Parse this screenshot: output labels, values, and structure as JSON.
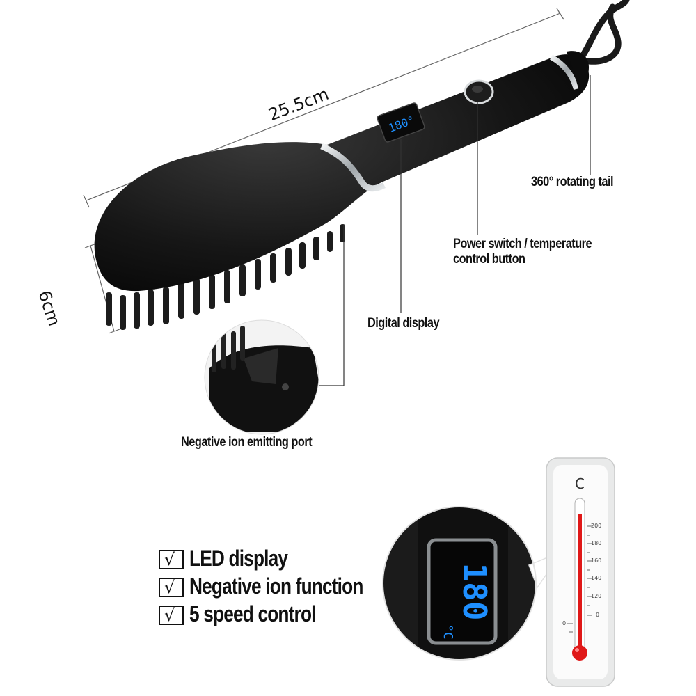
{
  "dimensions": {
    "length": "25.5cm",
    "width": "6cm"
  },
  "callouts": {
    "tail": "360° rotating tail",
    "power_line1": "Power switch / temperature",
    "power_line2": "control button",
    "display": "Digital display",
    "ion_port": "Negative ion emitting port"
  },
  "screen": {
    "small_reading": "180°",
    "zoom_reading": "180",
    "zoom_unit": "°C"
  },
  "thermometer": {
    "unit": "C",
    "scale_left": [
      "0"
    ],
    "scale_right": [
      "200",
      "180",
      "160",
      "140",
      "120",
      "0"
    ]
  },
  "features": [
    {
      "mark": "√",
      "text": "LED display"
    },
    {
      "mark": "√",
      "text": "Negative ion function"
    },
    {
      "mark": "√",
      "text": "5 speed control"
    }
  ],
  "colors": {
    "display_blue": "#1e8fff",
    "mercury_red": "#e01818",
    "body_black": "#141414",
    "chrome": "#cfd3d6"
  }
}
